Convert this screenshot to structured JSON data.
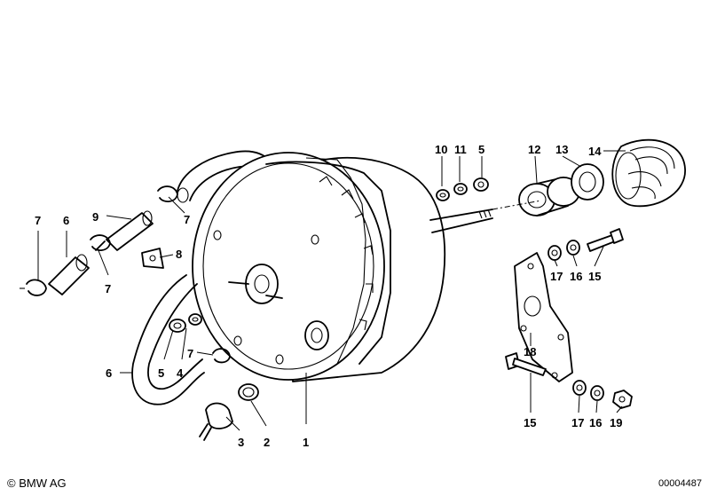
{
  "footer": {
    "copyright": "© BMW AG",
    "diagram_number": "00004487"
  },
  "callouts": [
    {
      "id": "c1",
      "text": "1"
    },
    {
      "id": "c2",
      "text": "2"
    },
    {
      "id": "c3",
      "text": "3"
    },
    {
      "id": "c4",
      "text": "4"
    },
    {
      "id": "c5a",
      "text": "5"
    },
    {
      "id": "c5b",
      "text": "5"
    },
    {
      "id": "c6a",
      "text": "6"
    },
    {
      "id": "c6b",
      "text": "6"
    },
    {
      "id": "c7a",
      "text": "7"
    },
    {
      "id": "c7b",
      "text": "7"
    },
    {
      "id": "c7c",
      "text": "7"
    },
    {
      "id": "c7d",
      "text": "7"
    },
    {
      "id": "c8",
      "text": "8"
    },
    {
      "id": "c9",
      "text": "9"
    },
    {
      "id": "c10",
      "text": "10"
    },
    {
      "id": "c11",
      "text": "11"
    },
    {
      "id": "c12",
      "text": "12"
    },
    {
      "id": "c13",
      "text": "13"
    },
    {
      "id": "c14",
      "text": "14"
    },
    {
      "id": "c15a",
      "text": "15"
    },
    {
      "id": "c15b",
      "text": "15"
    },
    {
      "id": "c16a",
      "text": "16"
    },
    {
      "id": "c16b",
      "text": "16"
    },
    {
      "id": "c17a",
      "text": "17"
    },
    {
      "id": "c17b",
      "text": "17"
    },
    {
      "id": "c18",
      "text": "18"
    },
    {
      "id": "c19",
      "text": "19"
    }
  ]
}
